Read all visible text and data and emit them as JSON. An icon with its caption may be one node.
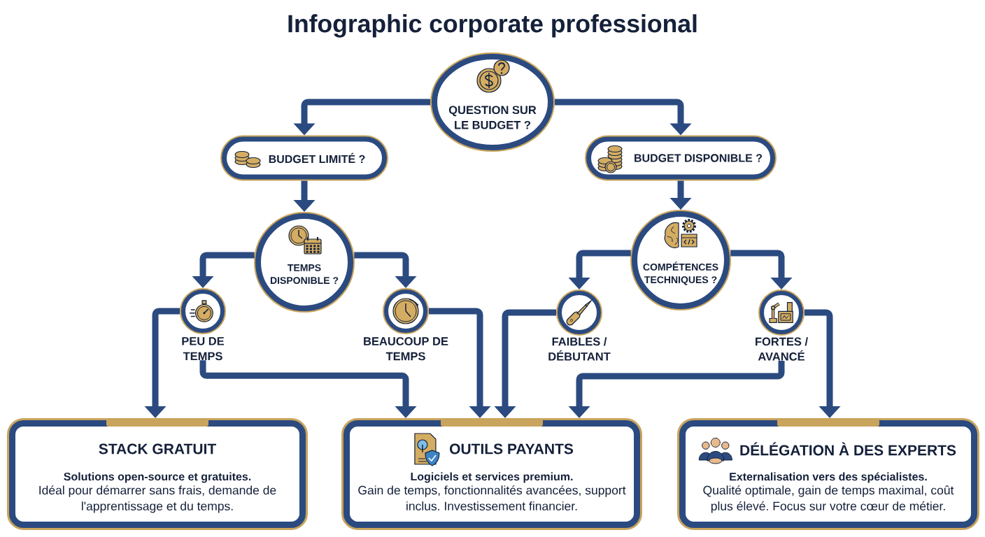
{
  "diagram": {
    "title": "Infographic corporate professional",
    "nodes": [
      {
        "text": [
          "QUESTION SUR LE BUDGET ?"
        ]
      },
      {
        "text": [
          "BUDGET LIMITÉ ?"
        ]
      },
      {
        "text": [
          "BUDGET DISPONIBLE ?"
        ]
      },
      {
        "text": [
          "TEMPS DISPONIBLE ?"
        ]
      },
      {
        "text": [
          "COMPÉTENCES TECHNIQUES ?"
        ]
      },
      {
        "text": [
          "PEU DE TEMPS"
        ]
      },
      {
        "text": [
          "BEAUCOUP DE TEMPS"
        ]
      },
      {
        "text": [
          "FAIBLES / DÉBUTANT"
        ]
      },
      {
        "text": [
          "FORTES / AVANCÉ"
        ]
      },
      {
        "text": [
          "STACK GRATUIT",
          "Solutions open-source et gratuites.",
          "Idéal pour démarrer sans frais, demande de l'apprentissage et du temps."
        ]
      },
      {
        "text": [
          "OUTILS PAYANTS",
          "Logiciels et services premium.",
          "Gain de temps, fonctionnalités avancées, support inclus. Investissement financier."
        ]
      },
      {
        "text": [
          "DÉLÉGATION À DES EXPERTS",
          "Externalisation vers des spécialistes.",
          "Qualité optimale, gain de temps maximal, coût plus élevé. Focus sur votre cœur de métier."
        ]
      }
    ],
    "edges": [
      {
        "from": 0,
        "to": 1,
        "arrow": "to"
      },
      {
        "from": 0,
        "to": 2,
        "arrow": "to"
      },
      {
        "from": 1,
        "to": 3,
        "arrow": "to"
      },
      {
        "from": 2,
        "to": 4,
        "arrow": "to"
      },
      {
        "from": 3,
        "to": 5,
        "arrow": "to"
      },
      {
        "from": 3,
        "to": 6,
        "arrow": "to"
      },
      {
        "from": 4,
        "to": 7,
        "arrow": "to"
      },
      {
        "from": 4,
        "to": 8,
        "arrow": "to"
      },
      {
        "from": 5,
        "to": 9,
        "arrow": "to"
      },
      {
        "from": 5,
        "to": 10,
        "arrow": "to"
      },
      {
        "from": 6,
        "to": 10,
        "arrow": "to"
      },
      {
        "from": 7,
        "to": 10,
        "arrow": "to"
      },
      {
        "from": 8,
        "to": 10,
        "arrow": "to"
      },
      {
        "from": 8,
        "to": 11,
        "arrow": "to"
      }
    ]
  }
}
